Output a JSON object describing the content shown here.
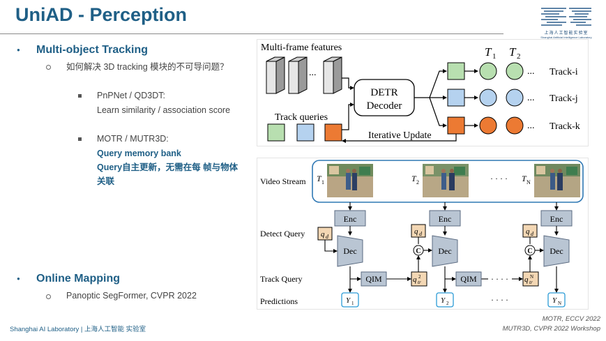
{
  "slide": {
    "title": "UniAD - Perception",
    "logo": {
      "cn": "上海人工智能实验室",
      "en": "Shanghai Artificial Intelligence Laboratory"
    },
    "sections": {
      "mot": {
        "heading": "Multi-object Tracking",
        "question": "如何解决 3D tracking 模块的不可导问题？",
        "items": [
          {
            "title": "PnPNet / QD3DT:",
            "desc": "Learn similarity / association score"
          },
          {
            "title": "MOTR / MUTR3D:",
            "desc1": "Query memory bank",
            "desc2": "Query自主更新，无需在每 帧与物体",
            "desc3": "关联"
          }
        ]
      },
      "mapping": {
        "heading": "Online Mapping",
        "item": "Panoptic SegFormer, CVPR 2022"
      }
    },
    "footer": "Shanghai AI Laboratory | 上海人工智能 实验室",
    "citations": [
      "MOTR, ECCV 2022",
      "MUTR3D, CVPR 2022 Workshop"
    ]
  },
  "figure_top": {
    "features_label": "Multi-frame features",
    "decoder_line1": "DETR",
    "decoder_line2": "Decoder",
    "queries_label": "Track queries",
    "update_label": "Iterative Update",
    "t1": "T",
    "t1_sub": "1",
    "t2": "T",
    "t2_sub": "2",
    "tracks": [
      "Track-i",
      "Track-j",
      "Track-k"
    ],
    "ellipsis": "...",
    "colors": {
      "green": "#b8dfb0",
      "blue": "#b5d2ef",
      "orange": "#ec7a33"
    }
  },
  "figure_bottom": {
    "video_stream": "Video Stream",
    "detect_query": "Detect Query",
    "track_query": "Track Query",
    "predictions": "Predictions",
    "frame_labels": [
      "T",
      "T",
      "T"
    ],
    "frame_subs": [
      "1",
      "2",
      "N"
    ],
    "enc": "Enc",
    "dec": "Dec",
    "qim": "QIM",
    "qd": "q",
    "qd_sub": "d",
    "qtr": "q",
    "qtr_sub": "tr",
    "qtr_sups": [
      "2",
      "N"
    ],
    "concat": "C",
    "yhat": "Y",
    "y_subs": [
      "1",
      "2",
      "N"
    ],
    "dots": "· · · ·"
  }
}
